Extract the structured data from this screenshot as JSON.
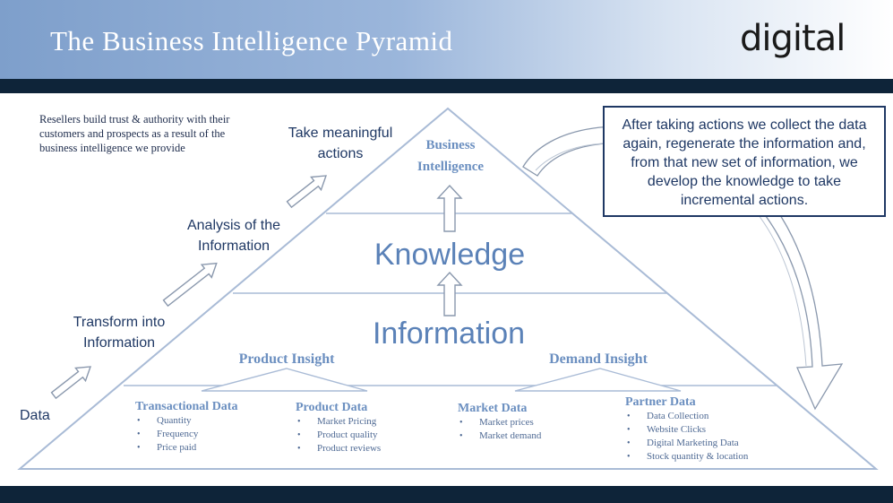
{
  "header": {
    "title": "The Business Intelligence Pyramid",
    "logo_text": "digital"
  },
  "notes": {
    "reseller": "Resellers build trust & authority with their customers and prospects as a result of  the business intelligence we provide"
  },
  "steps": [
    {
      "label_lines": [
        "Data"
      ]
    },
    {
      "label_lines": [
        "Transform into",
        "Information"
      ]
    },
    {
      "label_lines": [
        "Analysis of the",
        "Information"
      ]
    },
    {
      "label_lines": [
        "Take meaningful",
        "actions"
      ]
    }
  ],
  "pyramid": {
    "tiers": {
      "top": [
        "Business",
        "Intelligence"
      ],
      "knowledge": "Knowledge",
      "information": "Information"
    },
    "insights": [
      "Product Insight",
      "Demand Insight"
    ],
    "data_groups": [
      {
        "title": "Transactional Data",
        "items": [
          "Quantity",
          "Frequency",
          "Price paid"
        ]
      },
      {
        "title": "Product Data",
        "items": [
          "Market Pricing",
          "Product quality",
          "Product reviews"
        ]
      },
      {
        "title": "Market Data",
        "items": [
          "Market prices",
          "Market demand"
        ]
      },
      {
        "title": "Partner Data",
        "items": [
          "Data Collection",
          "Website Clicks",
          "Digital Marketing Data",
          "Stock quantity & location"
        ]
      }
    ]
  },
  "cycle": {
    "text": "After taking actions we collect the data again, regenerate the information and, from that new set of information, we develop the knowledge to take incremental actions."
  },
  "colors": {
    "accent": "#5b82b8",
    "navy": "#0e2439",
    "box_border": "#1f3864"
  }
}
